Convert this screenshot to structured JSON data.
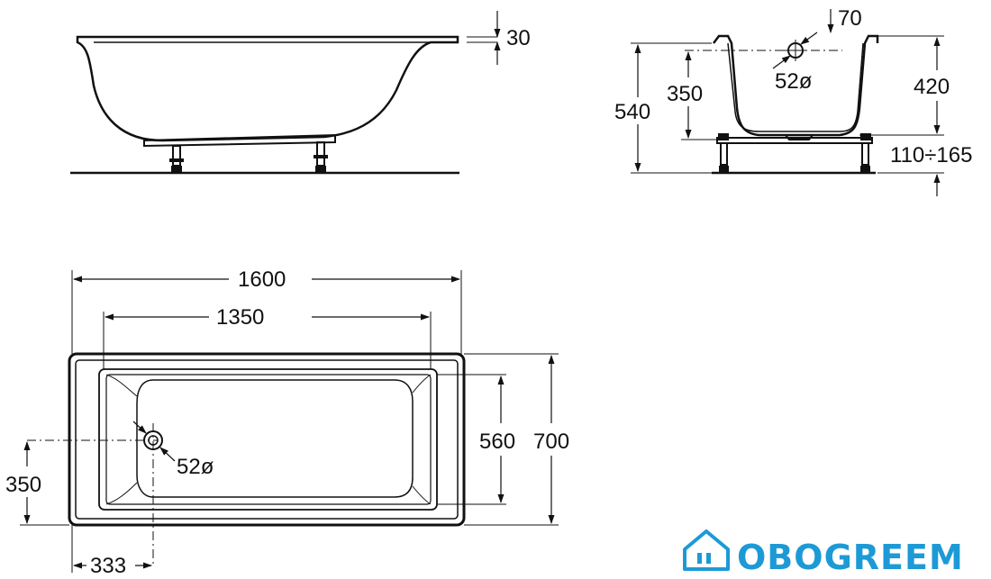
{
  "side_view": {
    "rim_thickness": "30"
  },
  "end_view": {
    "overflow_offset": "70",
    "overflow_diameter": "52ø",
    "total_height": "540",
    "overflow_height": "350",
    "inner_depth": "420",
    "leg_adjust": "110÷165"
  },
  "top_view": {
    "outer_length": "1600",
    "inner_length": "1350",
    "inner_width": "560",
    "outer_width": "700",
    "drain_diameter": "52ø",
    "drain_offset_y": "350",
    "drain_offset_x": "333"
  },
  "logo": {
    "text": "OBOGREEM",
    "color": "#1d9ad6",
    "icon": "house-icon"
  }
}
